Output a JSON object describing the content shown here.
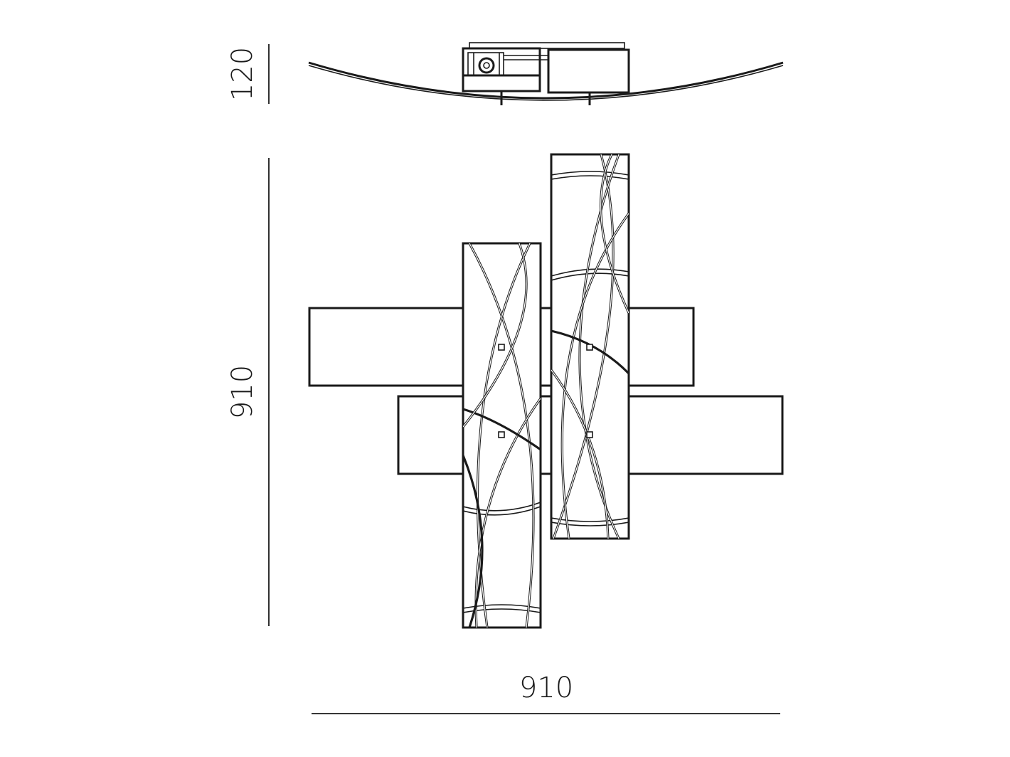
{
  "dimensions": {
    "height_side": "120",
    "height_front": "910",
    "width_front": "910"
  },
  "colors": {
    "line": "#1a1a1a",
    "background": "#ffffff"
  }
}
